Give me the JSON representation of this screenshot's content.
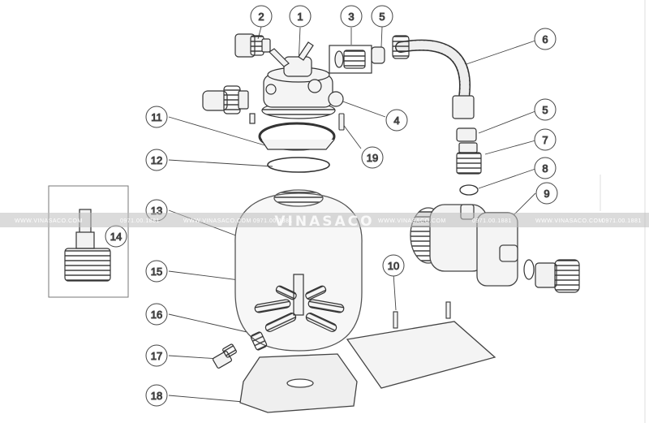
{
  "callouts": [
    {
      "id": "c1",
      "label": "1"
    },
    {
      "id": "c2",
      "label": "2"
    },
    {
      "id": "c3",
      "label": "3"
    },
    {
      "id": "c4",
      "label": "4"
    },
    {
      "id": "c5a",
      "label": "5"
    },
    {
      "id": "c5b",
      "label": "5"
    },
    {
      "id": "c6",
      "label": "6"
    },
    {
      "id": "c7",
      "label": "7"
    },
    {
      "id": "c8",
      "label": "8"
    },
    {
      "id": "c9",
      "label": "9"
    },
    {
      "id": "c10",
      "label": "10"
    },
    {
      "id": "c11",
      "label": "11"
    },
    {
      "id": "c12",
      "label": "12"
    },
    {
      "id": "c13",
      "label": "13"
    },
    {
      "id": "c14",
      "label": "14"
    },
    {
      "id": "c15",
      "label": "15"
    },
    {
      "id": "c16",
      "label": "16"
    },
    {
      "id": "c17",
      "label": "17"
    },
    {
      "id": "c18",
      "label": "18"
    },
    {
      "id": "c19",
      "label": "19"
    }
  ],
  "watermark": {
    "site": "WWW.VINASACO.COM",
    "phone": "0971.00.1881",
    "brand": "VINASACO"
  }
}
